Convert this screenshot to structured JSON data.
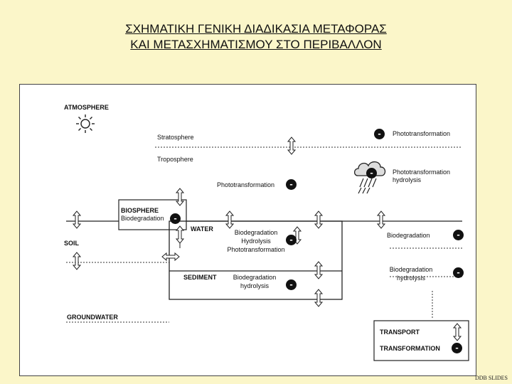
{
  "title": {
    "line1": "ΣΧΗΜΑΤΙΚΗ ΓΕΝΙΚΗ ΔΙΑΔΙΚΑΣΙΑ ΜΕΤΑΦΟΡΑΣ",
    "line2": "ΚΑΙ ΜΕΤΑΣΧΗΜΑΤΙΣΜΟΥ ΣΤΟ ΠΕΡΙΒΑΛΛΟΝ"
  },
  "diagram": {
    "atmosphere": "ATMOSPHERE",
    "stratosphere": "Stratosphere",
    "troposphere": "Troposphere",
    "strat_process": "Phototransformation",
    "cloud_process": [
      "Phototransformation",
      "hydrolysis"
    ],
    "tropo_process": "Phototransformation",
    "biosphere": "BIOSPHERE",
    "biosphere_process": "Biodegradation",
    "water": "WATER",
    "water_processes": [
      "Biodegradation",
      "Hydrolysis",
      "Phototransformation"
    ],
    "soil": "SOIL",
    "right_water_process": "Biodegradation",
    "right_sediment_process": [
      "Biodegradation",
      "hydrolysis"
    ],
    "sediment": "SEDIMENT",
    "sediment_process": [
      "Biodegradation",
      "hydrolysis"
    ],
    "groundwater": "GROUNDWATER",
    "minus_symbol": "-"
  },
  "legend": {
    "transport": "TRANSPORT",
    "transformation": "TRANSFORMATION"
  },
  "footer": "DDB SLIDES"
}
